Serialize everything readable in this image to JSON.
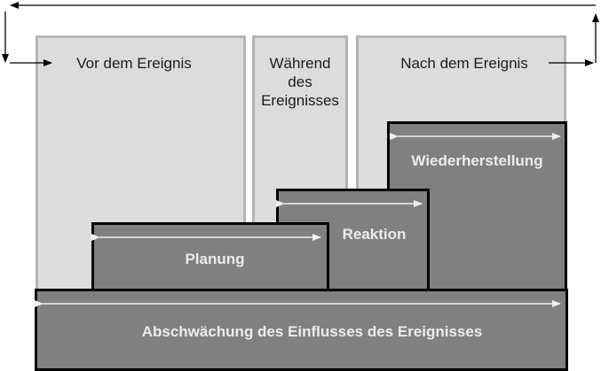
{
  "phases": [
    {
      "label": "Vor dem Ereignis"
    },
    {
      "label_lines": [
        "Während",
        "des",
        "Ereignisses"
      ]
    },
    {
      "label": "Nach dem Ereignis"
    }
  ],
  "activities": {
    "mitigation": "Abschwächung des Einflusses des Ereignisses",
    "planning": "Planung",
    "response": "Reaktion",
    "recovery": "Wiederherstellung"
  },
  "colors": {
    "phase_fill": "#dcdcdc",
    "phase_border": "#b4b4b4",
    "block_fill": "#808080",
    "block_border": "#000000",
    "block_text": "#ececec",
    "arrow_light": "#f0f0f0",
    "cycle_arrow": "#000000"
  }
}
